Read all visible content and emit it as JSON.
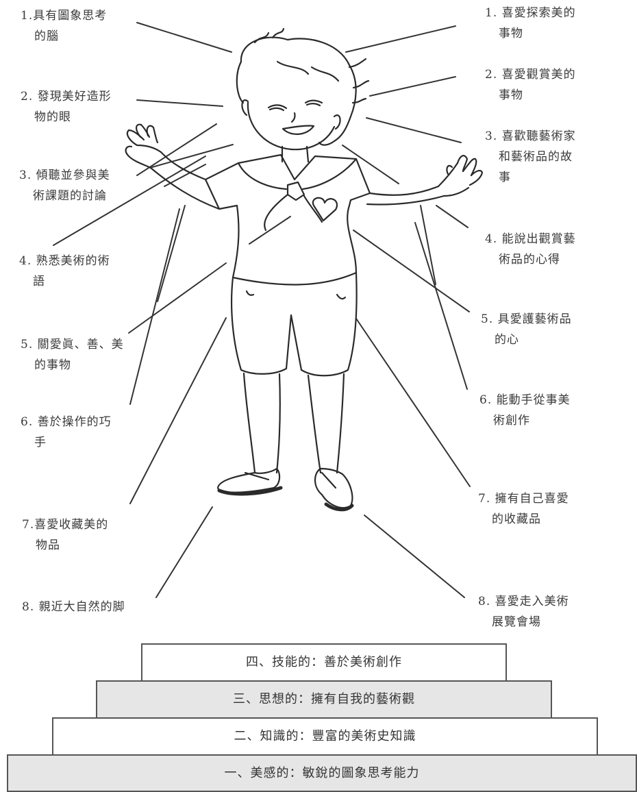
{
  "left_labels": [
    {
      "lines": [
        "1.具有圖象思考",
        "的腦"
      ]
    },
    {
      "lines": [
        "2. 發現美好造形",
        "物的眼"
      ]
    },
    {
      "lines": [
        "3. 傾聽並參與美",
        "術課題的討論"
      ]
    },
    {
      "lines": [
        "4. 熟悉美術的術",
        "語"
      ]
    },
    {
      "lines": [
        "5. 關愛眞、善、美",
        "的事物"
      ]
    },
    {
      "lines": [
        "6. 善於操作的巧",
        "手"
      ]
    },
    {
      "lines": [
        "7.喜愛收藏美的",
        "物品"
      ]
    },
    {
      "lines": [
        "8. 親近大自然的脚"
      ]
    }
  ],
  "right_labels": [
    {
      "lines": [
        "1. 喜愛探索美的",
        "事物"
      ]
    },
    {
      "lines": [
        "2. 喜愛觀賞美的",
        "事物"
      ]
    },
    {
      "lines": [
        "3. 喜歡聽藝術家",
        "和藝術品的故",
        "事"
      ]
    },
    {
      "lines": [
        "4. 能說出觀賞藝",
        "術品的心得"
      ]
    },
    {
      "lines": [
        "5. 具愛護藝術品",
        "的心"
      ]
    },
    {
      "lines": [
        "6. 能動手從事美",
        "術創作"
      ]
    },
    {
      "lines": [
        "7. 擁有自己喜愛",
        "的收藏品"
      ]
    },
    {
      "lines": [
        "8. 喜愛走入美術",
        "展覽會場"
      ]
    }
  ],
  "pyramid": [
    {
      "text": "四、技能的：善於美術創作",
      "fill": "white"
    },
    {
      "text": "三、思想的：擁有自我的藝術觀",
      "fill": "gray"
    },
    {
      "text": "二、知識的：豐富的美術史知識",
      "fill": "white"
    },
    {
      "text": "一、美感的：敏銳的圖象思考能力",
      "fill": "gray"
    }
  ]
}
